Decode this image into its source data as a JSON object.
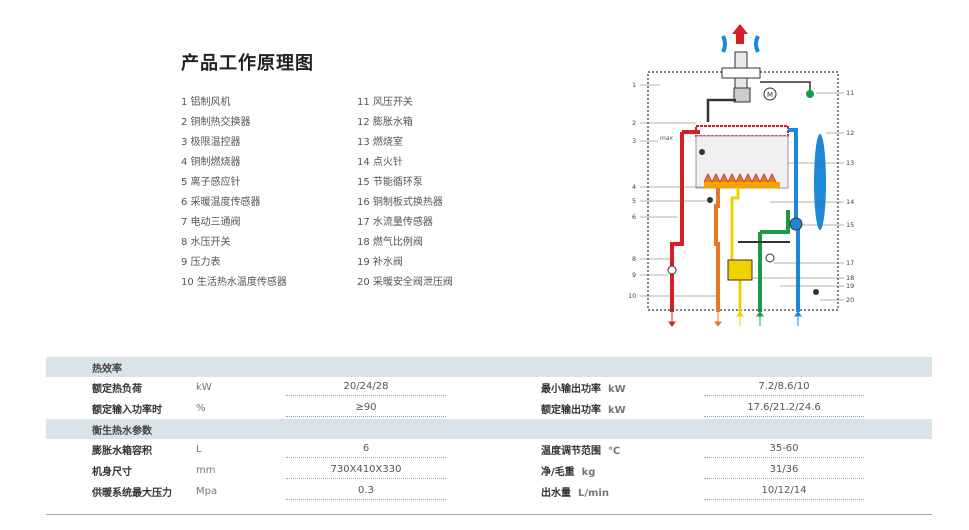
{
  "title": "产品工作原理图",
  "legend_left": [
    "1 铝制风机",
    "2 铜制热交换器",
    "3 极限温控器",
    "4 铜制燃烧器",
    "5 离子感应针",
    "6 采暖温度传感器",
    "7 电动三通阀",
    "8 水压开关",
    "9 压力表",
    "10 生活热水温度传感器"
  ],
  "legend_right": [
    "11 风压开关",
    "12 膨胀水箱",
    "13 燃烧室",
    "14 点火针",
    "15 节能循环泵",
    "16 铜制板式换热器",
    "17 水流量传感器",
    "18 燃气比例阀",
    "19 补水阀",
    "20 采暖安全阀泄压阀"
  ],
  "diagram": {
    "labels_left": [
      "1",
      "2",
      "3",
      "4",
      "5",
      "6",
      "8",
      "9",
      "10"
    ],
    "labels_right": [
      "11",
      "12",
      "13",
      "14",
      "15",
      "17",
      "18",
      "19",
      "20"
    ],
    "max_label": "max",
    "motor_label": "M",
    "colors": {
      "red": "#d32027",
      "blue": "#1e88d8",
      "orange": "#e87722",
      "yellow": "#f3d000",
      "green": "#1a9a48",
      "dark": "#333333"
    }
  },
  "specs": {
    "section1": "热效率",
    "row1": {
      "label": "额定热负荷",
      "unit": "kW",
      "value": "20/24/28",
      "rlabel": "最小输出功率",
      "runit": "kW",
      "rvalue": "7.2/8.6/10"
    },
    "row2": {
      "label": "额定输入功率时",
      "unit": "%",
      "value": "≥90",
      "rlabel": "额定输出功率",
      "runit": "kW",
      "rvalue": "17.6/21.2/24.6"
    },
    "section2": "衡生热水参数",
    "row3": {
      "label": "膨胀水箱容积",
      "unit": "L",
      "value": "6",
      "rlabel": "温度调节范围",
      "runit": "℃",
      "rvalue": "35-60"
    },
    "row4": {
      "label": "机身尺寸",
      "unit": "mm",
      "value": "730X410X330",
      "rlabel": "净/毛重",
      "runit": "kg",
      "rvalue": "31/36"
    },
    "row5": {
      "label": "供暖系统最大压力",
      "unit": "Mpa",
      "value": "0.3",
      "rlabel": "出水量",
      "runit": "L/min",
      "rvalue": "10/12/14"
    }
  }
}
